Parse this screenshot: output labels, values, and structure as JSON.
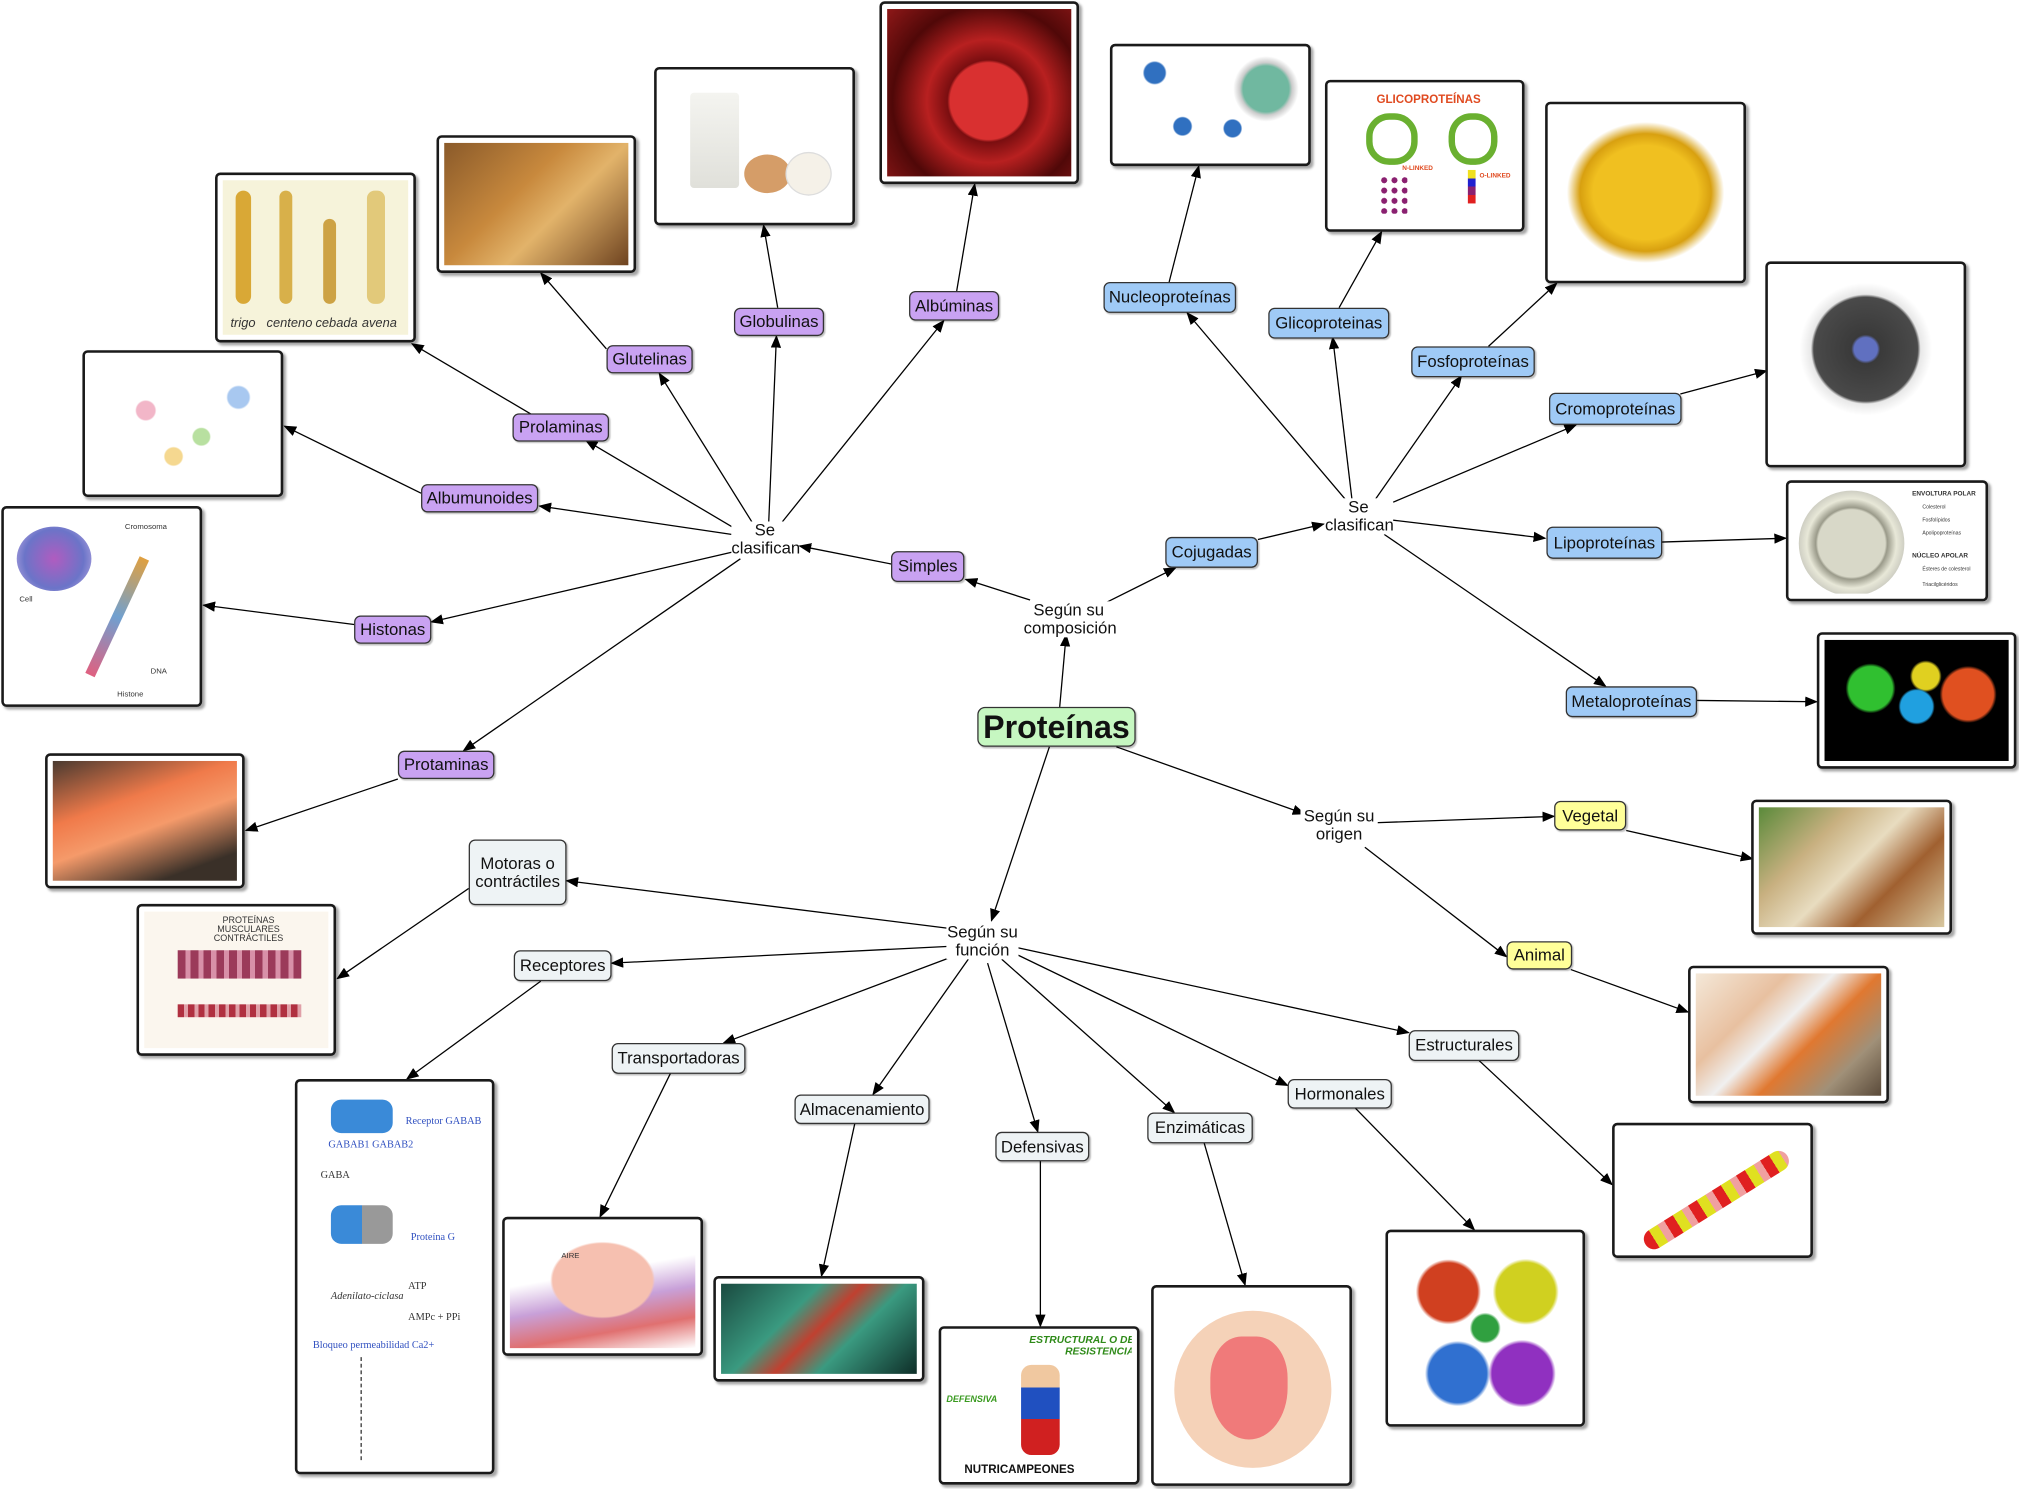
{
  "root": "Proteínas",
  "linking": {
    "composition": "Según su composición",
    "classify_left": "Se clasifican",
    "classify_right": "Se clasifican",
    "origin": "Según su origen",
    "function": "Según su función"
  },
  "simple": {
    "label": "Simples",
    "types": [
      "Albúminas",
      "Globulinas",
      "Glutelinas",
      "Prolaminas",
      "Albumunoides",
      "Histonas",
      "Protaminas"
    ]
  },
  "conjugated": {
    "label": "Cojugadas",
    "types": [
      "Nucleoproteínas",
      "Glicoproteinas",
      "Fosfoproteínas",
      "Cromoproteínas",
      "Lipoproteínas",
      "Metaloproteínas"
    ]
  },
  "origin": [
    "Vegetal",
    "Animal"
  ],
  "function": [
    "Motoras o contráctiles",
    "Receptores",
    "Transportadoras",
    "Almacenamiento",
    "Defensivas",
    "Enzimáticas",
    "Hormonales",
    "Estructurales"
  ],
  "image_text": {
    "cereals": [
      "trigo",
      "centeno",
      "cebada",
      "avena"
    ],
    "histone": [
      "Cromosoma",
      "Cell",
      "DNA",
      "Histone"
    ],
    "glyco": {
      "title": "GLICOPROTEÍNAS",
      "n": "N-LINKED",
      "o": "O-LINKED"
    },
    "lipo": [
      "ENVOLTURA POLAR",
      "Colesterol",
      "Fosfolípidos",
      "Apolipoproteínas",
      "NÚCLEO APOLAR",
      "Ésteres de colesterol",
      "Triacilglicéridos"
    ],
    "muscle": "PROTEÍNAS MUSCULARES CONTRÁCTILES",
    "receptor": [
      "Receptor GABAB",
      "GABAB1  GABAB2",
      "GABA",
      "Proteína G",
      "Adenilato-ciclasa",
      "ATP",
      "AMPc + PPi",
      "Bloqueo permeabilidad Ca2+"
    ],
    "transport": "AIRE",
    "defense": [
      "ESTRUCTURAL O DE RESISTENCIA",
      "DEFENSIVA",
      "NUTRICAMPEONES"
    ]
  },
  "colors": {
    "simple": "#c9a2f2",
    "conjugated": "#9fcaf6",
    "origin": "#ffff99",
    "function": "#eef3f5",
    "root": "#c6f7c1"
  }
}
